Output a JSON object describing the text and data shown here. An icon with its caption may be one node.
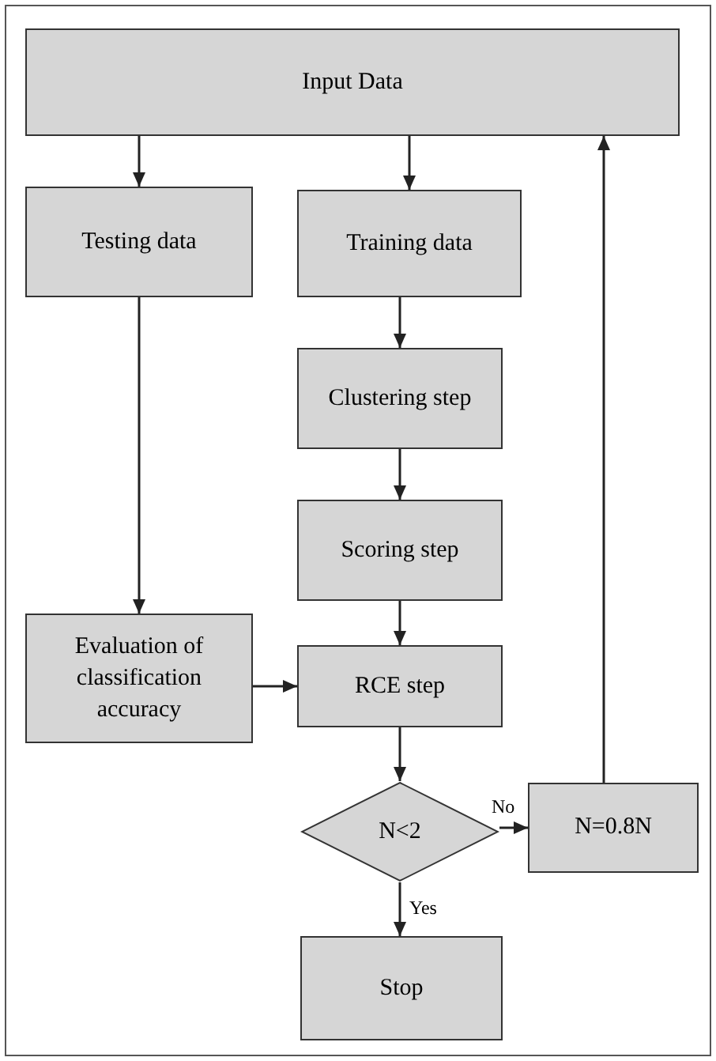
{
  "diagram": {
    "nodes": [
      {
        "text": [
          "Input Data"
        ]
      },
      {
        "text": [
          "Testing data"
        ]
      },
      {
        "text": [
          "Training data"
        ]
      },
      {
        "text": [
          "Clustering step"
        ]
      },
      {
        "text": [
          "Scoring step"
        ]
      },
      {
        "text": [
          "Evaluation of classification accuracy"
        ]
      },
      {
        "text": [
          "RCE step"
        ]
      },
      {
        "text": [
          "N<2"
        ]
      },
      {
        "text": [
          "N=0.8N"
        ]
      },
      {
        "text": [
          "Stop"
        ]
      }
    ],
    "edges": [
      {
        "from": 0,
        "to": 1,
        "arrow": "to"
      },
      {
        "from": 0,
        "to": 2,
        "arrow": "to"
      },
      {
        "from": 2,
        "to": 3,
        "arrow": "to"
      },
      {
        "from": 3,
        "to": 4,
        "arrow": "to"
      },
      {
        "from": 4,
        "to": 6,
        "arrow": "to"
      },
      {
        "from": 1,
        "to": 5,
        "arrow": "to"
      },
      {
        "from": 5,
        "to": 6,
        "arrow": "to"
      },
      {
        "from": 6,
        "to": 7,
        "arrow": "to"
      },
      {
        "from": 7,
        "to": 8,
        "arrow": "to",
        "label": "No"
      },
      {
        "from": 7,
        "to": 9,
        "arrow": "to",
        "label": "Yes"
      },
      {
        "from": 8,
        "to": 0,
        "arrow": "to"
      }
    ]
  }
}
